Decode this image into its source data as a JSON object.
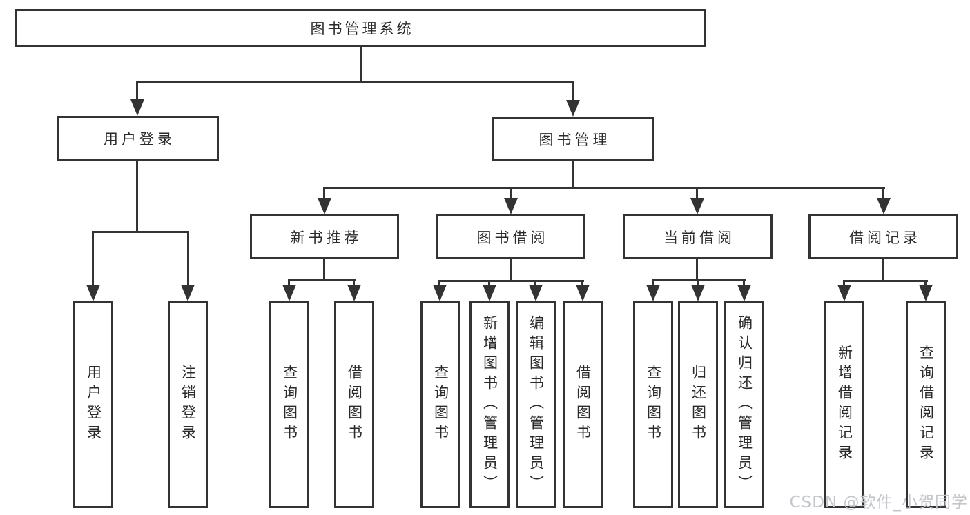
{
  "title": "图书管理系统",
  "watermark": "CSDN @软件_小贺同学",
  "colors": {
    "line": "#333333",
    "text": "#2a2a2a",
    "background": "#ffffff",
    "watermark": "#c3c6cb"
  },
  "nodes": {
    "root": {
      "label": "图书管理系统"
    },
    "level2": [
      {
        "id": "user-login",
        "label": "用户登录"
      },
      {
        "id": "book-management",
        "label": "图书管理"
      }
    ],
    "level3": [
      {
        "id": "new-book-recommend",
        "label": "新书推荐"
      },
      {
        "id": "book-borrow",
        "label": "图书借阅"
      },
      {
        "id": "current-borrow",
        "label": "当前借阅"
      },
      {
        "id": "borrow-records",
        "label": "借阅记录"
      }
    ],
    "leaves": {
      "user": [
        "用户登录",
        "注销登录"
      ],
      "recommend": [
        "查询图书",
        "借阅图书"
      ],
      "borrow": [
        "查询图书",
        "新增图书（管理员）",
        "编辑图书（管理员）",
        "借阅图书"
      ],
      "current": [
        "查询图书",
        "归还图书",
        "确认归还（管理员）"
      ],
      "records": [
        "新增借阅记录",
        "查询借阅记录"
      ]
    }
  }
}
